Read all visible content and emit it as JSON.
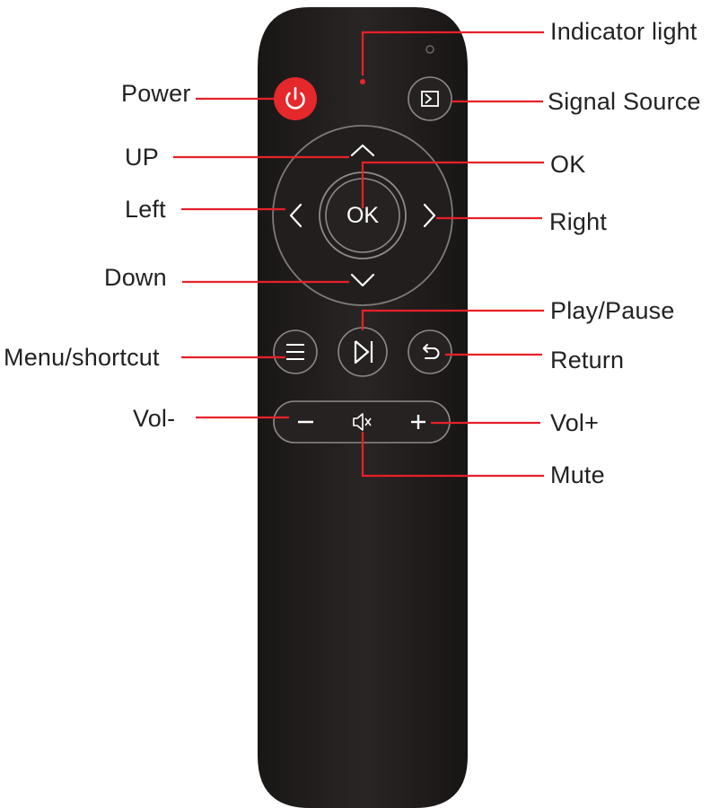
{
  "labels": {
    "indicator_light": "Indicator light",
    "power": "Power",
    "signal_source": "Signal Source",
    "up": "UP",
    "ok": "OK",
    "left": "Left",
    "right": "Right",
    "down": "Down",
    "play_pause": "Play/Pause",
    "menu_shortcut": "Menu/shortcut",
    "return": "Return",
    "vol_minus": "Vol-",
    "vol_plus": "Vol+",
    "mute": "Mute"
  },
  "remote": {
    "ok_button_text": "OK"
  },
  "colors": {
    "leader_line": "#e8202a",
    "remote_body": "#231f1f",
    "power_button": "#e4282c",
    "button_ring": "#8c8a88",
    "label_text": "#222222"
  },
  "icons": {
    "power": "power-icon",
    "signal_source": "signal-source-icon",
    "up": "chevron-up-icon",
    "down": "chevron-down-icon",
    "left": "chevron-left-icon",
    "right": "chevron-right-icon",
    "menu": "menu-lines-icon",
    "play_pause": "play-pause-icon",
    "return": "return-arrow-icon",
    "vol_minus": "minus-icon",
    "vol_plus": "plus-icon",
    "mute": "mute-icon"
  }
}
